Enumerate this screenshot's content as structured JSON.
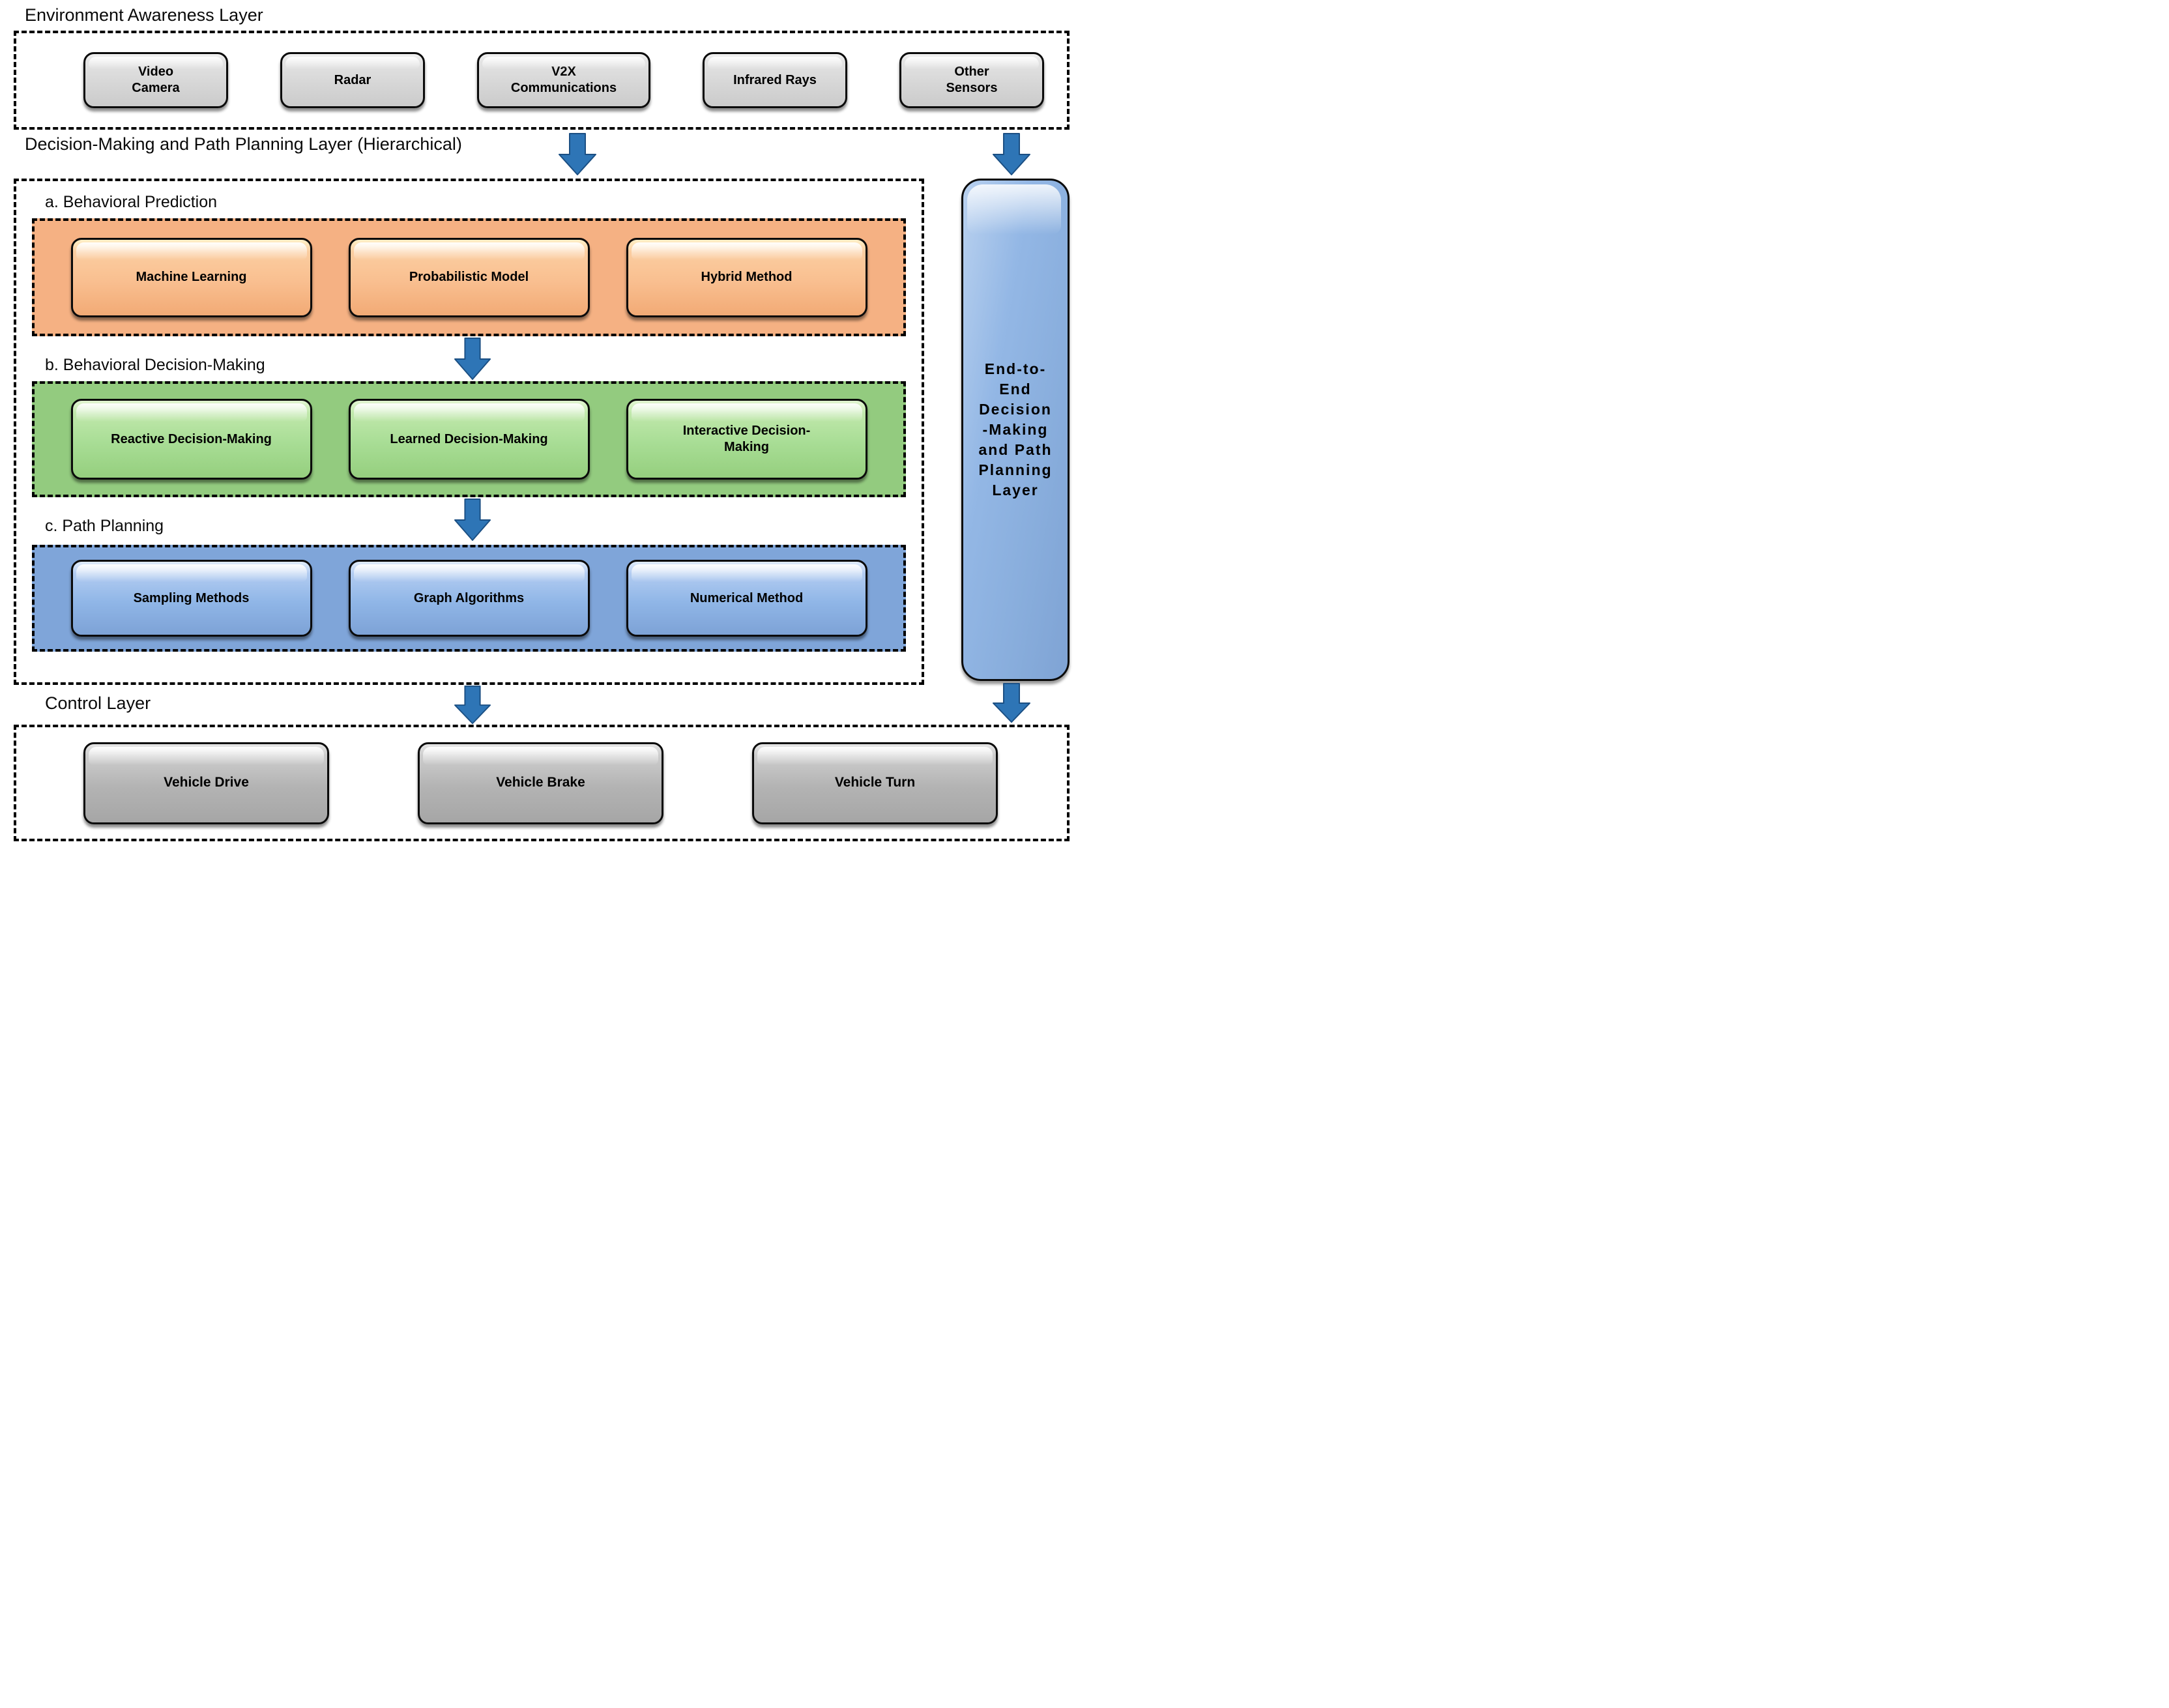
{
  "diagram": {
    "environment": {
      "title": "Environment Awareness Layer",
      "sensors": [
        {
          "label": "Video\nCamera"
        },
        {
          "label": "Radar"
        },
        {
          "label": "V2X\nCommunications"
        },
        {
          "label": "Infrared Rays"
        },
        {
          "label": "Other\nSensors"
        }
      ]
    },
    "decision": {
      "title": "Decision-Making and Path Planning Layer (Hierarchical)",
      "behavioral_prediction": {
        "label": "a. Behavioral Prediction",
        "methods": [
          {
            "label": "Machine Learning"
          },
          {
            "label": "Probabilistic Model"
          },
          {
            "label": "Hybrid Method"
          }
        ]
      },
      "behavioral_decision_making": {
        "label": "b. Behavioral Decision-Making",
        "methods": [
          {
            "label": "Reactive Decision-Making"
          },
          {
            "label": "Learned Decision-Making"
          },
          {
            "label": "Interactive Decision-\nMaking"
          }
        ]
      },
      "path_planning": {
        "label": "c. Path Planning",
        "methods": [
          {
            "label": "Sampling Methods"
          },
          {
            "label": "Graph Algorithms"
          },
          {
            "label": "Numerical Method"
          }
        ]
      }
    },
    "end_to_end": {
      "label": "End-to-\nEnd\nDecision\n-Making\nand Path\nPlanning\nLayer"
    },
    "control": {
      "title": "Control Layer",
      "actuators": [
        {
          "label": "Vehicle Drive"
        },
        {
          "label": "Vehicle Brake"
        },
        {
          "label": "Vehicle Turn"
        }
      ]
    },
    "colors": {
      "arrow_fill": "#2E75B6",
      "arrow_stroke": "#1B4F83",
      "behavioral_prediction_band": "#F5B183",
      "behavioral_decision_band": "#93CB7F",
      "path_planning_band": "#7FA5D9",
      "end_to_end_box": "#8DB3E2",
      "sensor_box": "#D7D7D7",
      "control_box": "#B3B3B3",
      "border": "#000000"
    }
  }
}
